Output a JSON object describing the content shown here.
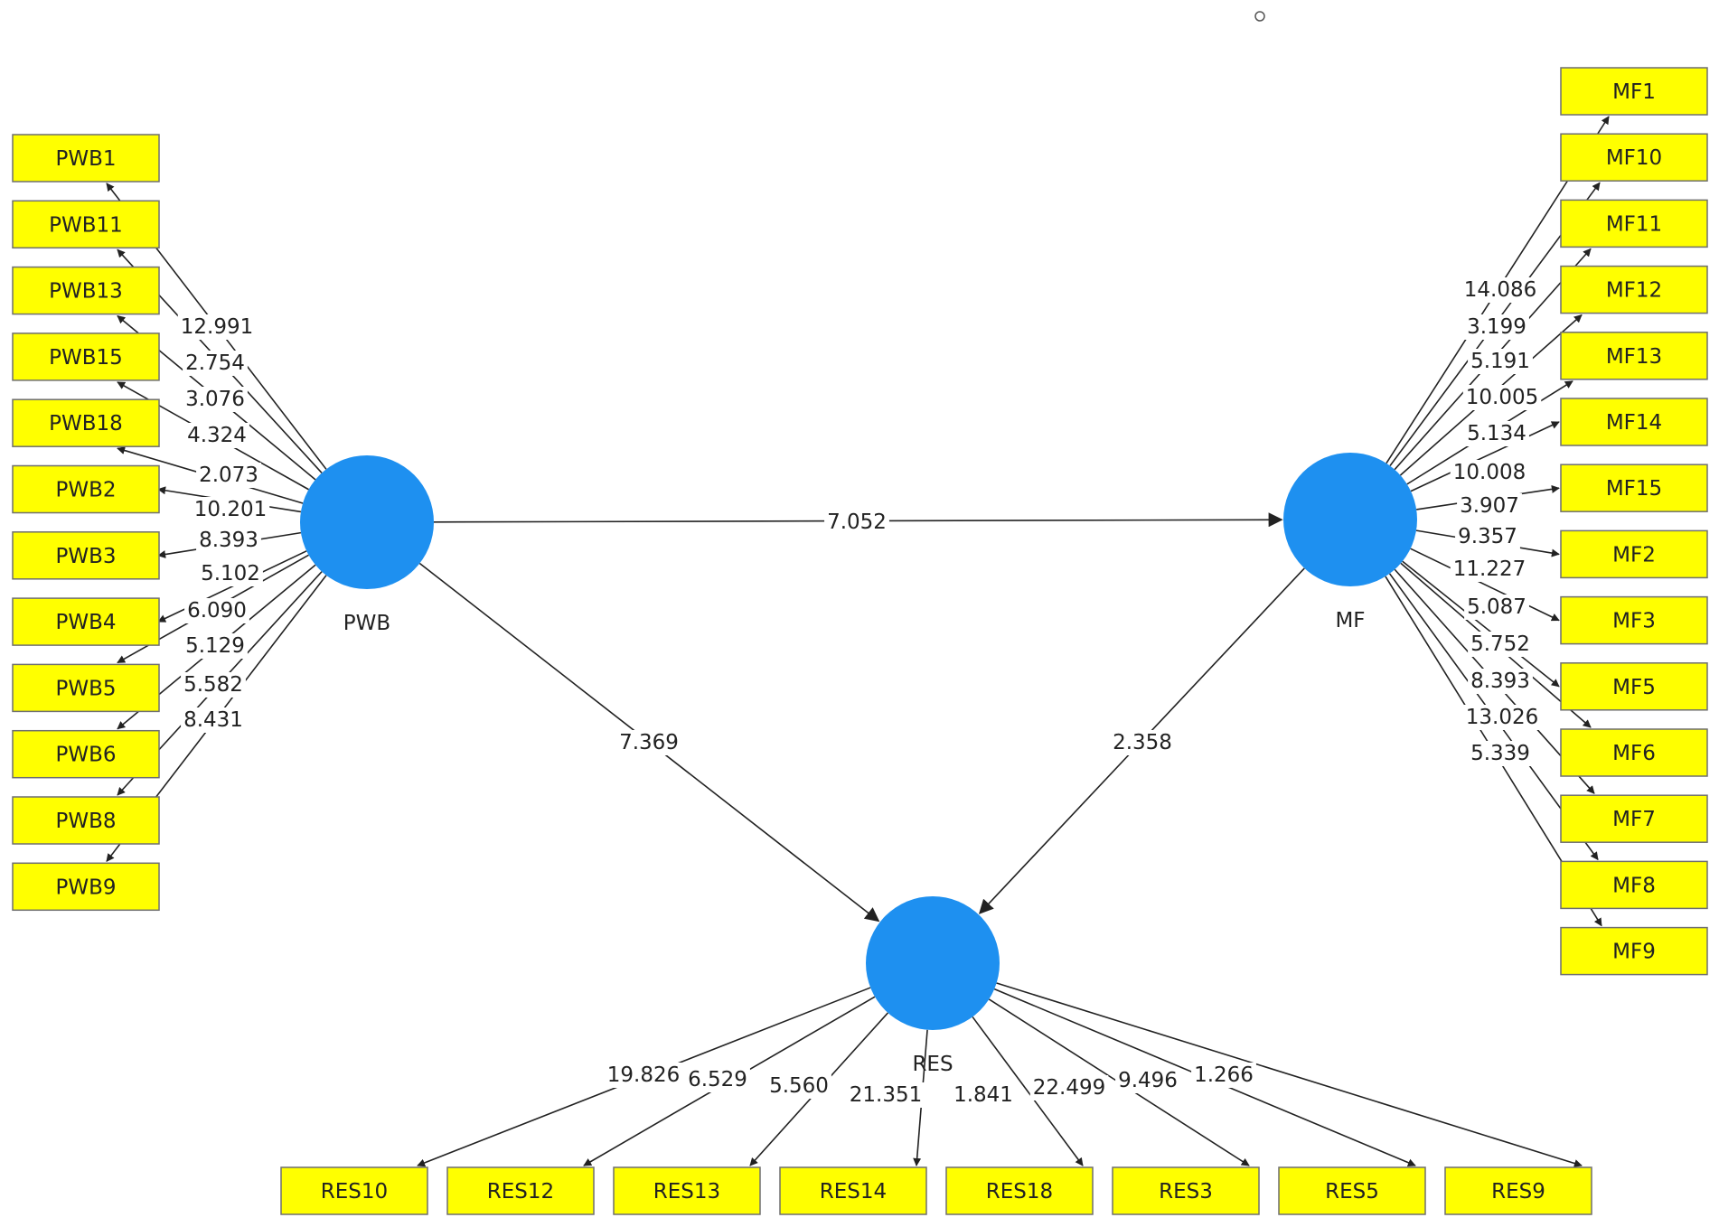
{
  "diagram": {
    "latent_nodes": [
      {
        "id": "PWB",
        "label": "PWB"
      },
      {
        "id": "MF",
        "label": "MF"
      },
      {
        "id": "RES",
        "label": "RES"
      }
    ],
    "structural_paths": [
      {
        "from": "PWB",
        "to": "MF",
        "value": "7.052"
      },
      {
        "from": "PWB",
        "to": "RES",
        "value": "7.369"
      },
      {
        "from": "MF",
        "to": "RES",
        "value": "2.358"
      }
    ],
    "pwb_indicators": [
      {
        "label": "PWB1",
        "value": "12.991"
      },
      {
        "label": "PWB11",
        "value": "2.754"
      },
      {
        "label": "PWB13",
        "value": "3.076"
      },
      {
        "label": "PWB15",
        "value": "4.324"
      },
      {
        "label": "PWB18",
        "value": "2.073"
      },
      {
        "label": "PWB2",
        "value": "10.201"
      },
      {
        "label": "PWB3",
        "value": "8.393"
      },
      {
        "label": "PWB4",
        "value": "5.102"
      },
      {
        "label": "PWB5",
        "value": "6.090"
      },
      {
        "label": "PWB6",
        "value": "5.129"
      },
      {
        "label": "PWB8",
        "value": "5.582"
      },
      {
        "label": "PWB9",
        "value": "8.431"
      }
    ],
    "mf_indicators": [
      {
        "label": "MF1",
        "value": "14.086"
      },
      {
        "label": "MF10",
        "value": "3.199"
      },
      {
        "label": "MF11",
        "value": "5.191"
      },
      {
        "label": "MF12",
        "value": "10.005"
      },
      {
        "label": "MF13",
        "value": "5.134"
      },
      {
        "label": "MF14",
        "value": "10.008"
      },
      {
        "label": "MF15",
        "value": "3.907"
      },
      {
        "label": "MF2",
        "value": "9.357"
      },
      {
        "label": "MF3",
        "value": "11.227"
      },
      {
        "label": "MF5",
        "value": "5.087"
      },
      {
        "label": "MF6",
        "value": "5.752"
      },
      {
        "label": "MF7",
        "value": "8.393"
      },
      {
        "label": "MF8",
        "value": "13.026"
      },
      {
        "label": "MF9",
        "value": "5.339"
      }
    ],
    "res_indicators": [
      {
        "label": "RES10",
        "value": "19.826"
      },
      {
        "label": "RES12",
        "value": "6.529"
      },
      {
        "label": "RES13",
        "value": "5.560"
      },
      {
        "label": "RES14",
        "value": "21.351"
      },
      {
        "label": "RES18",
        "value": "1.841"
      },
      {
        "label": "RES3",
        "value": "22.499"
      },
      {
        "label": "RES5",
        "value": "9.496"
      },
      {
        "label": "RES9",
        "value": "1.266"
      }
    ],
    "colors": {
      "latent": "#1e90f0",
      "indicator": "#ffff00",
      "line": "#222222"
    }
  }
}
